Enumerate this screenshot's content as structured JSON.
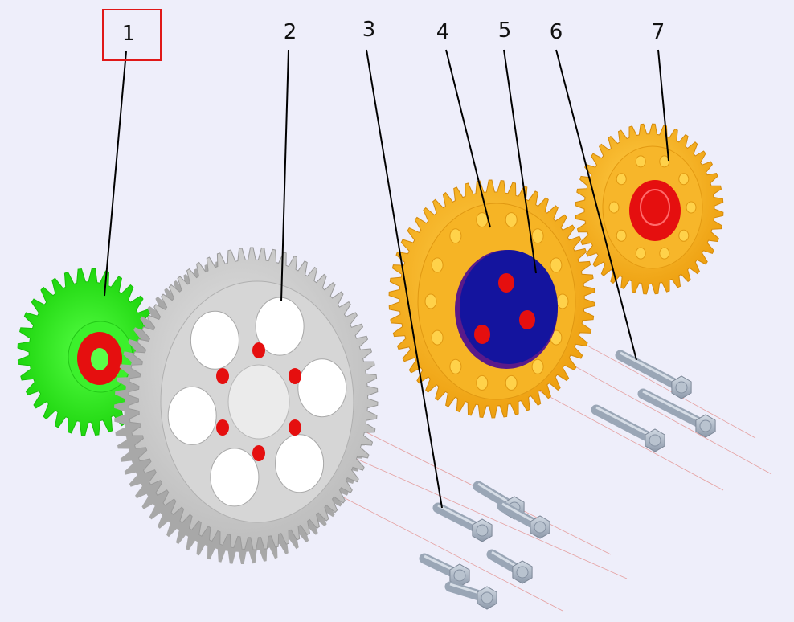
{
  "callouts": [
    "1",
    "2",
    "3",
    "4",
    "5",
    "6",
    "7"
  ],
  "selected_callout": "1",
  "colors": {
    "background": "#eeeefa",
    "gear_green": "#22ee11",
    "gear_gray": "#c8c8c8",
    "gear_orange": "#f2a91a",
    "hub_red": "#e50f0f",
    "plate_blue": "#1414a0",
    "bolt": "#a6b1c0",
    "selection_box": "#e01818",
    "leader_line": "#000000"
  },
  "parts": [
    {
      "callout": "1",
      "name": "small-green-gear"
    },
    {
      "callout": "2",
      "name": "large-gray-gear"
    },
    {
      "callout": "3",
      "name": "bolt-set-gray-gear"
    },
    {
      "callout": "4",
      "name": "orange-gear"
    },
    {
      "callout": "5",
      "name": "blue-cover-plate"
    },
    {
      "callout": "6",
      "name": "bolt-set-orange-gears"
    },
    {
      "callout": "7",
      "name": "small-orange-gear"
    }
  ]
}
